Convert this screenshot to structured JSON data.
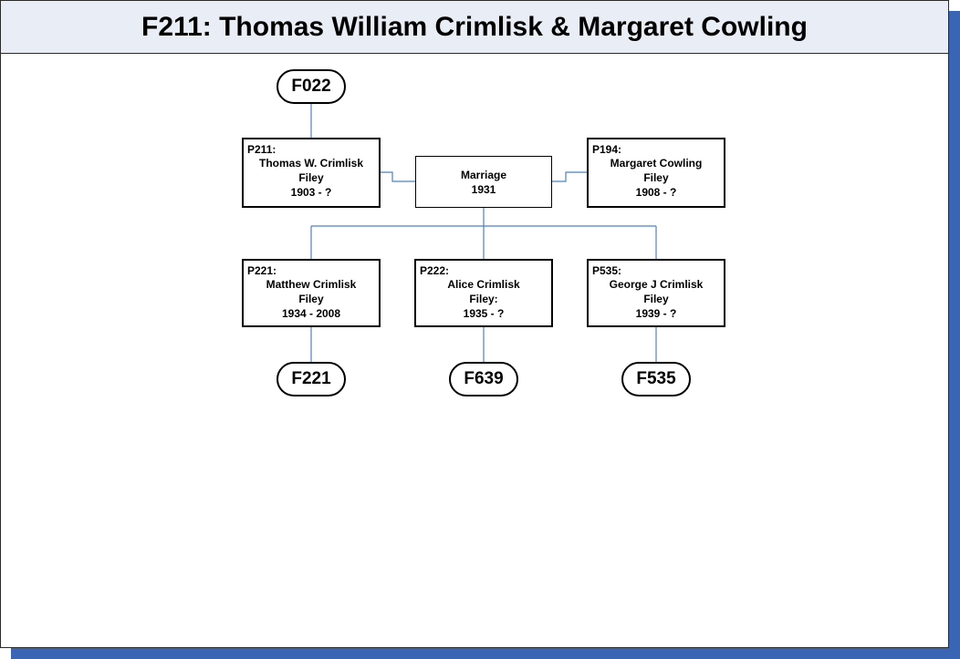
{
  "title": "F211: Thomas William Crimlisk & Margaret Cowling",
  "colors": {
    "shadow": "#3a64b4",
    "header_bg": "#e9edf5",
    "connector": "#4f81bd"
  },
  "parent_family_link": {
    "label": "F022"
  },
  "husband": {
    "id": "P211:",
    "name": "Thomas W. Crimlisk",
    "place": "Filey",
    "dates": "1903 - ?"
  },
  "wife": {
    "id": "P194:",
    "name": "Margaret Cowling",
    "place": "Filey",
    "dates": "1908 - ?"
  },
  "marriage": {
    "label": "Marriage",
    "year": "1931"
  },
  "children": [
    {
      "id": "P221:",
      "name": "Matthew Crimlisk",
      "place": "Filey",
      "dates": "1934 - 2008",
      "family_link": "F221"
    },
    {
      "id": "P222:",
      "name": "Alice Crimlisk",
      "place": "Filey:",
      "dates": "1935 - ?",
      "family_link": "F639"
    },
    {
      "id": "P535:",
      "name": "George J Crimlisk",
      "place": "Filey",
      "dates": "1939 - ?",
      "family_link": "F535"
    }
  ]
}
